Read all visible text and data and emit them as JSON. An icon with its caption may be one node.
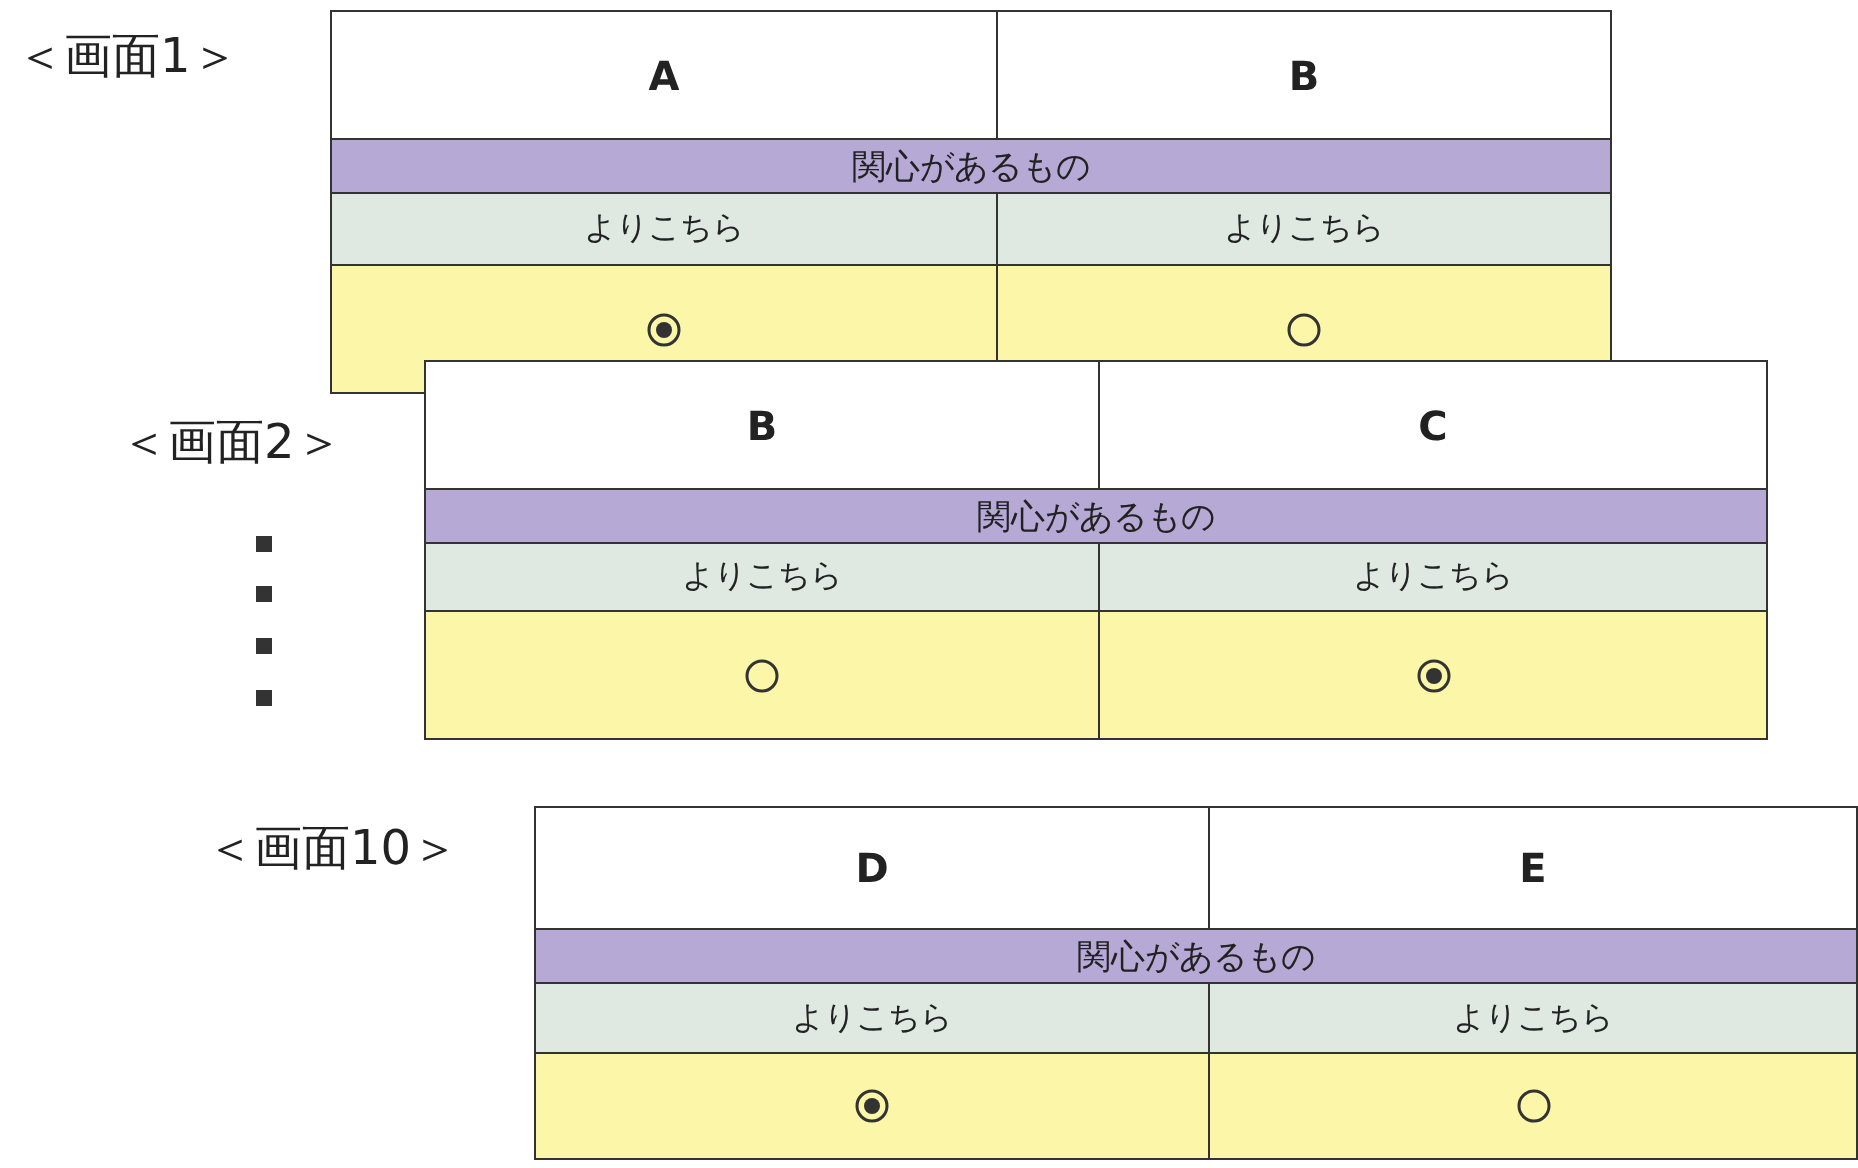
{
  "diagram": {
    "labels": [
      "＜画面1＞",
      "A",
      "B",
      "関心があるもの",
      "よりこちら",
      "よりこちら",
      "＜画面2＞",
      "B",
      "C",
      "関心があるもの",
      "よりこちら",
      "よりこちら",
      "＜画面10＞",
      "D",
      "E",
      "関心があるもの",
      "よりこちら",
      "よりこちら"
    ]
  }
}
